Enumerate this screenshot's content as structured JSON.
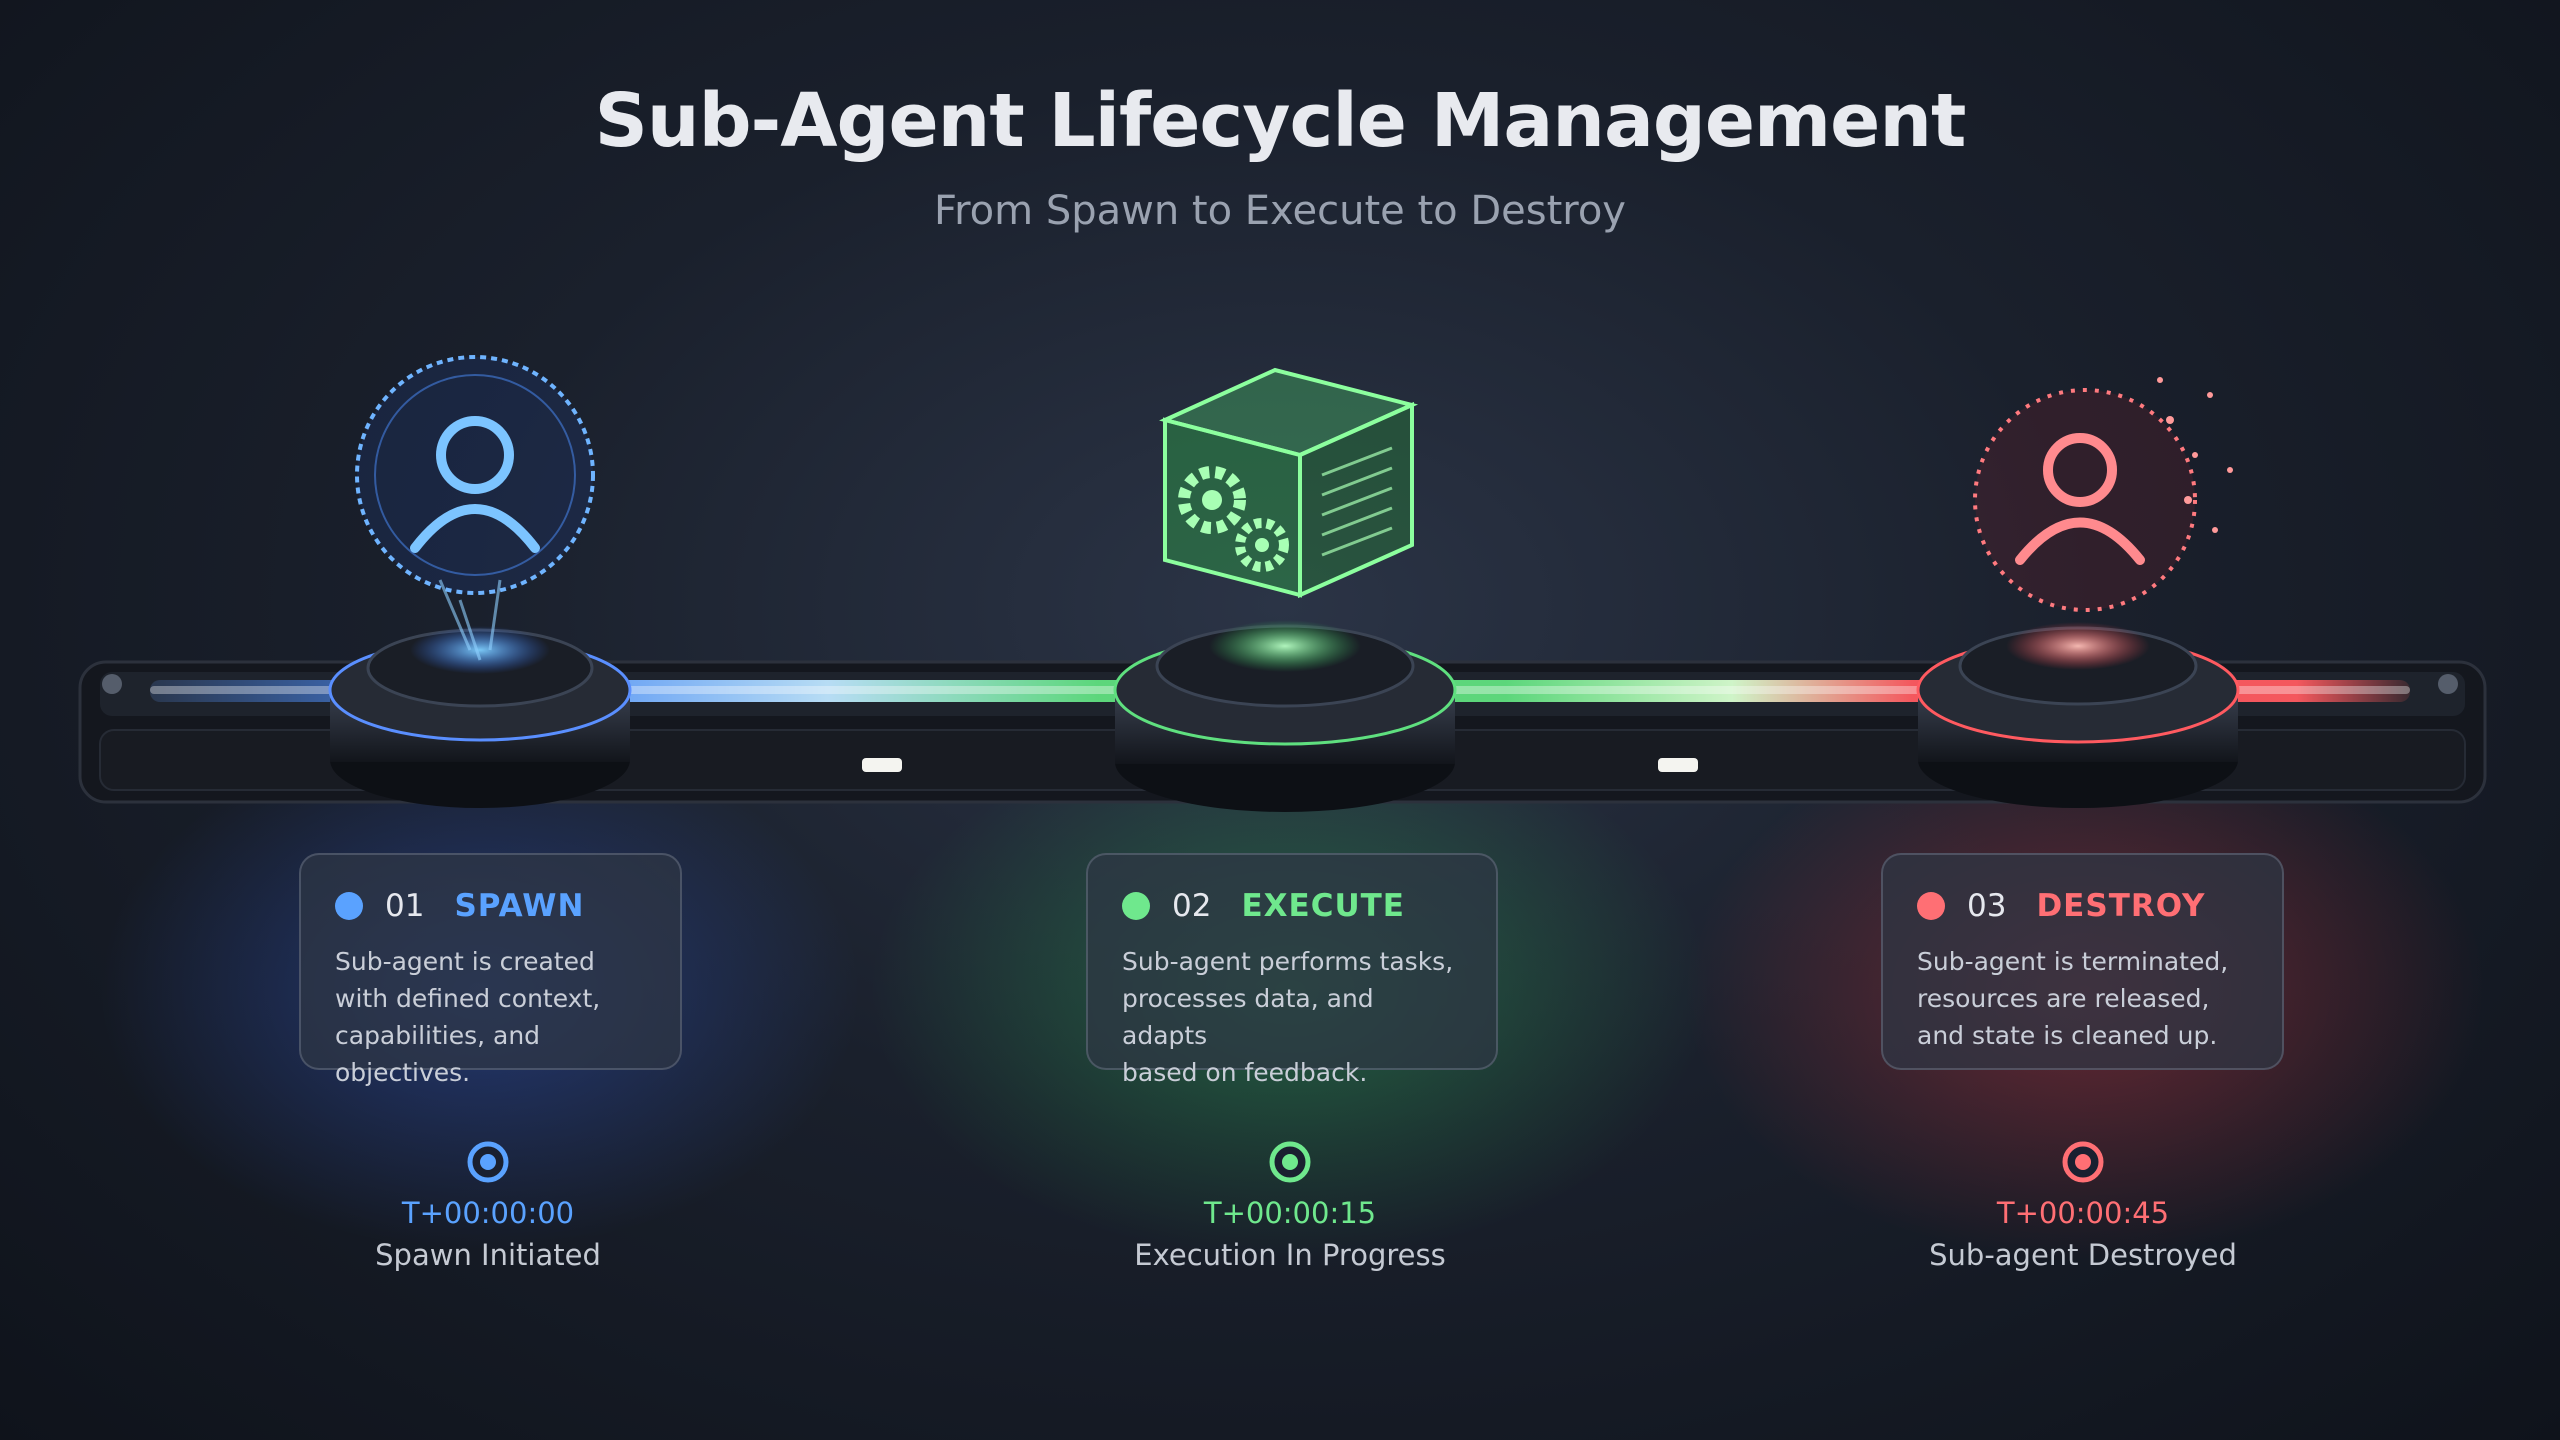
{
  "title": "Sub-Agent Lifecycle Management",
  "subtitle": "From Spawn to Execute to Destroy",
  "colors": {
    "spawn": "#5aa2ff",
    "execute": "#6fe88d",
    "destroy": "#ff6f74"
  },
  "stages": [
    {
      "number": "01",
      "name": "SPAWN",
      "description": "Sub-agent is created\nwith defined context,\ncapabilities, and objectives.",
      "timestamp": "T+00:00:00",
      "event": "Spawn Initiated",
      "icon": "user-hologram-icon"
    },
    {
      "number": "02",
      "name": "EXECUTE",
      "description": "Sub-agent performs tasks,\nprocesses data, and adapts\nbased on feedback.",
      "timestamp": "T+00:00:15",
      "event": "Execution In Progress",
      "icon": "gear-cube-icon"
    },
    {
      "number": "03",
      "name": "DESTROY",
      "description": "Sub-agent is terminated,\nresources are released,\nand state is cleaned up.",
      "timestamp": "T+00:00:45",
      "event": "Sub-agent Destroyed",
      "icon": "dissolving-user-icon"
    }
  ]
}
